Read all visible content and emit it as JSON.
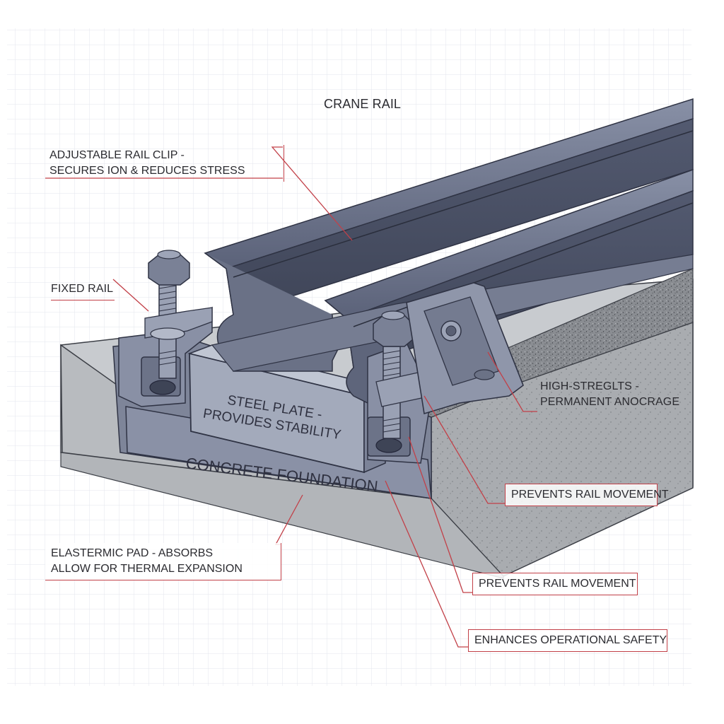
{
  "labels": {
    "crane_rail": "CRANE RAIL",
    "adjustable_clip_line1": "ADJUSTABLE RAIL CLIP -",
    "adjustable_clip_line2": "SECURES ION & REDUCES STRESS",
    "fixed_rail": "FIXED RAIL",
    "steel_plate_line1": "STEEL PLATE -",
    "steel_plate_line2": "PROVIDES STABILITY",
    "concrete_foundation": "CONCRETE FOUNDATION",
    "high_strength_line1": "HIGH-STREGLTS -",
    "high_strength_line2": "PERMANENT ANOCRAGE",
    "prevents_movement_1": "PREVENTS RAIL MOVEMENT",
    "prevents_movement_2": "PREVENTS RAIL MOVEMENT",
    "enhances_safety": "ENHANCES OPERATIONAL SAFETY",
    "elastomeric_line1": "ELASTERMIC PAD - ABSORBS",
    "elastomeric_line2": "ALLOW FOR THERMAL EXPANSION"
  },
  "colors": {
    "leader_line": "#c24048",
    "steel": "#6a7186",
    "steel_dark": "#3b3f52",
    "concrete": "#b9bcc0",
    "grid": "#e3e6ec"
  }
}
